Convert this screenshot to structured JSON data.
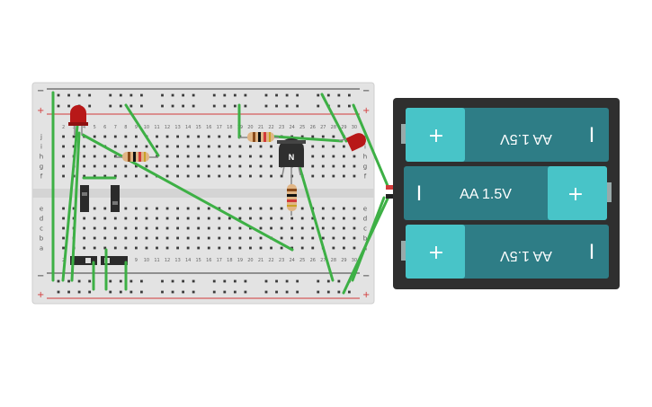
{
  "breadboard": {
    "rail_plus": "+",
    "rail_minus": "−",
    "rows_top": [
      "j",
      "i",
      "h",
      "g",
      "f"
    ],
    "rows_bottom": [
      "e",
      "d",
      "c",
      "b",
      "a"
    ],
    "column_count": 30,
    "colors": {
      "board": "#e3e3e3",
      "hole": "#3a3a3a",
      "red_line": "#d23a3a",
      "dark_line": "#3b3b3b",
      "wire": "#3db045"
    }
  },
  "battery_pack": {
    "cells": [
      {
        "label": "AA 1.5V",
        "plus": "+",
        "minus": "I",
        "orientation": "flipped"
      },
      {
        "label": "AA 1.5V",
        "plus": "+",
        "minus": "I",
        "orientation": "normal"
      },
      {
        "label": "AA 1.5V",
        "plus": "+",
        "minus": "I",
        "orientation": "flipped"
      }
    ],
    "colors": {
      "case": "#2f2f2f",
      "cell": "#2e7d86",
      "cap": "#48c4c8"
    }
  },
  "transistor": {
    "label": "N"
  },
  "components": {
    "led_color": "#b81818",
    "resistor_body": "#e0b585"
  }
}
